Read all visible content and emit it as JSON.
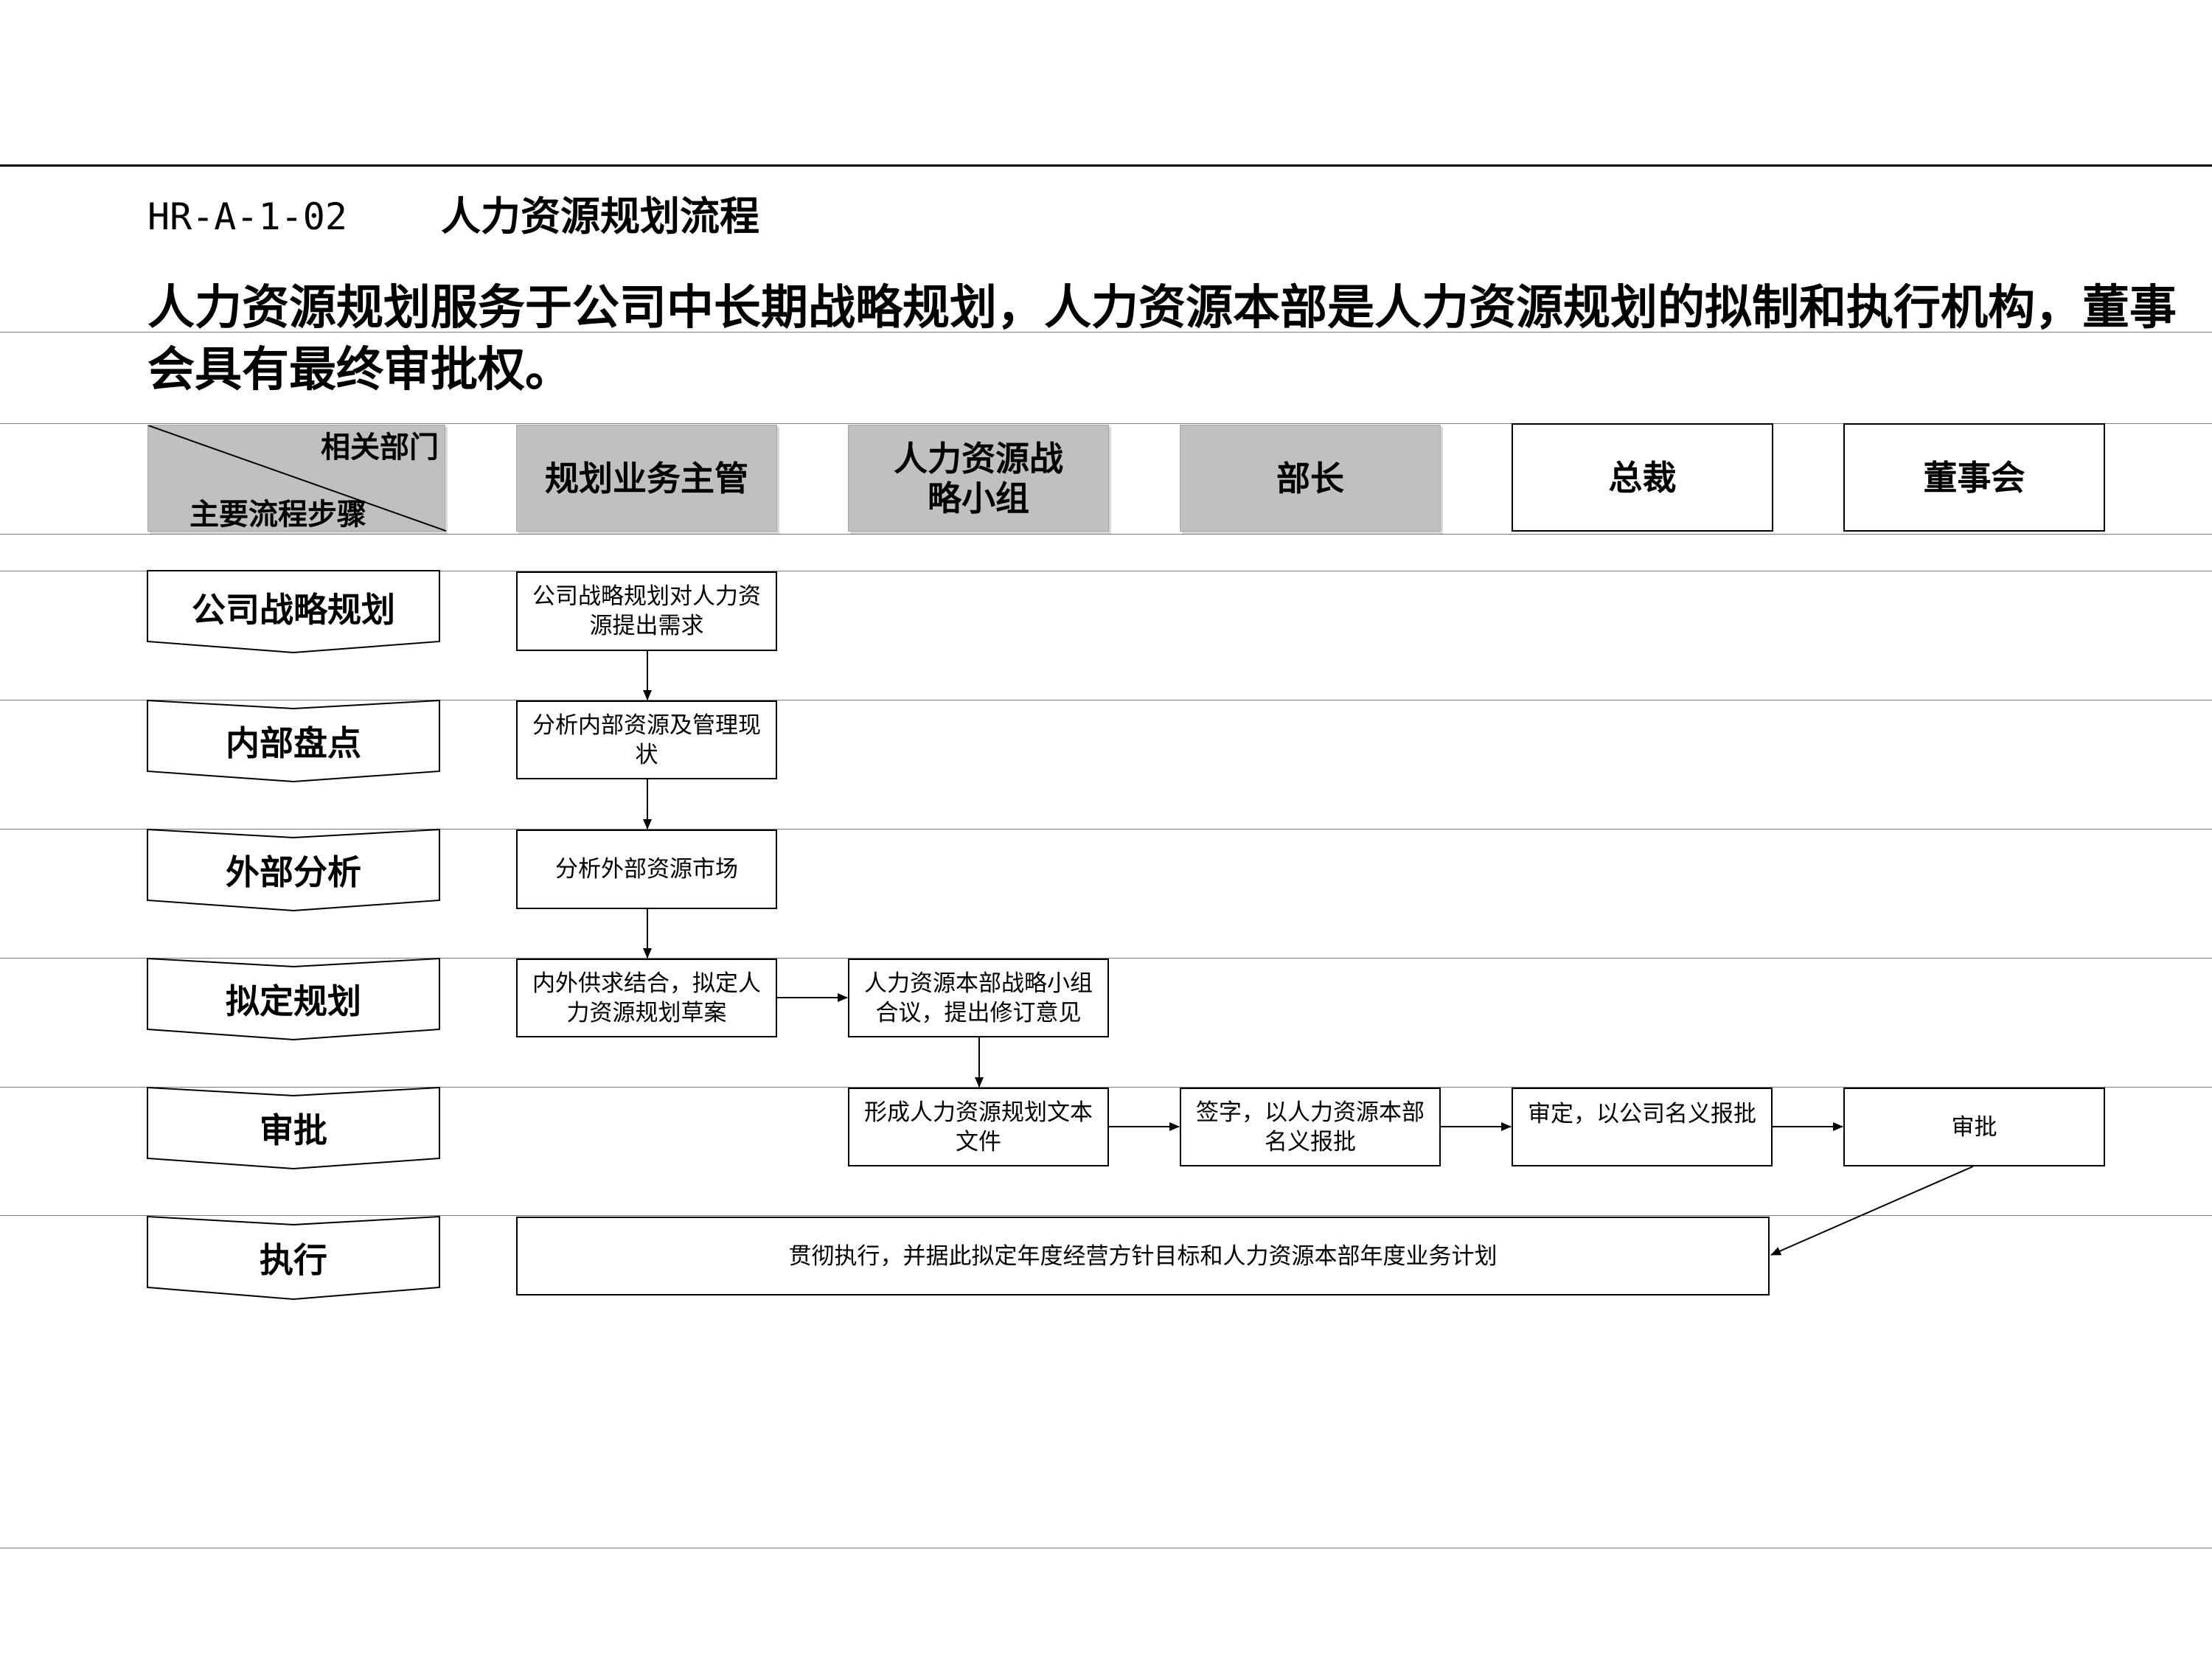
{
  "header": {
    "code": "HR-A-1-02",
    "title": "人力资源规划流程",
    "description": "人力资源规划服务于公司中长期战略规划，人力资源本部是人力资源规划的拟制和执行机构，董事会具有最终审批权。"
  },
  "corner": {
    "top_label": "相关部门",
    "bottom_label": "主要流程步骤"
  },
  "departments": [
    "规划业务主管",
    "人力资源战略小组",
    "部长",
    "总裁",
    "董事会"
  ],
  "steps": [
    "公司战略规划",
    "内部盘点",
    "外部分析",
    "拟定规划",
    "审批",
    "执行"
  ],
  "boxes": {
    "b1": "公司战略规划对人力资源提出需求",
    "b2": "分析内部资源及管理现状",
    "b3": "分析外部资源市场",
    "b4": "内外供求结合，拟定人力资源规划草案",
    "b5": "人力资源本部战略小组合议，提出修订意见",
    "b6": "形成人力资源规划文本文件",
    "b7": "签字，以人力资源本部名义报批",
    "b8": "审定，以公司名义报批",
    "b9": "审批",
    "b10": "贯彻执行，并据此拟定年度经营方针目标和人力资源本部年度业务计划"
  }
}
